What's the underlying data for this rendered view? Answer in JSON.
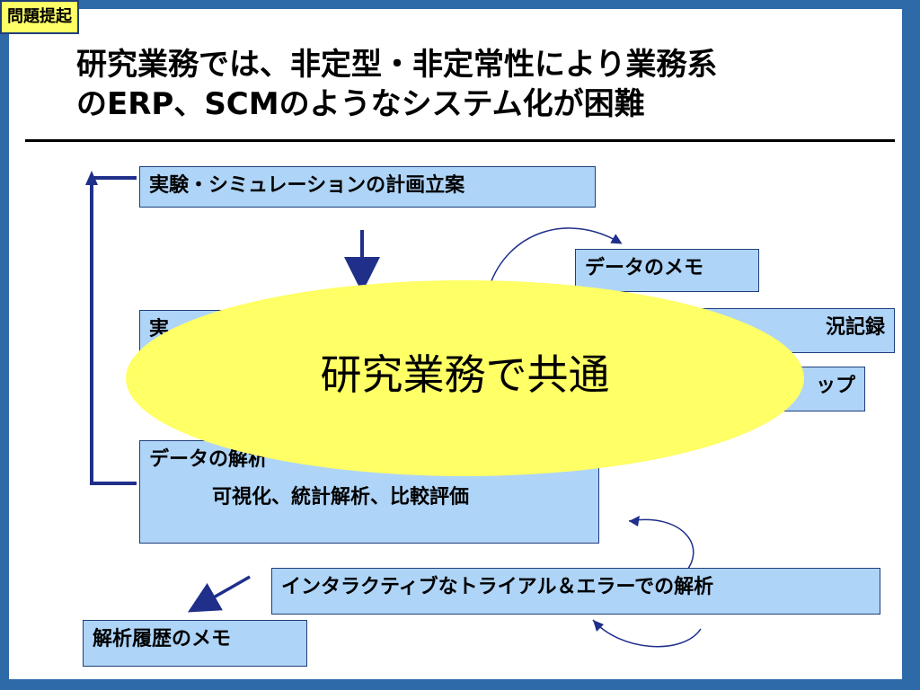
{
  "tag": "問題提起",
  "title": {
    "line1": "研究業務では、非定型・非定常性により業務系",
    "line2": "のERP、SCMのようなシステム化が困難"
  },
  "boxes": {
    "plan": "実験・シミュレーションの計画立案",
    "data_memo": "データのメモ",
    "hidden1_left": "実",
    "hidden1_right": "況記録",
    "hidden2_right": "ップ",
    "analysis": "データの解析",
    "analysis_sub": "可視化、統計解析、比較評価",
    "trial": "インタラクティブなトライアル＆エラーでの解析",
    "history": "解析履歴のメモ"
  },
  "center_label": "研究業務で共通",
  "colors": {
    "background": "#2e69a8",
    "box_fill": "#aed4f7",
    "highlight": "#ffff66",
    "arrow": "#1f2f8a"
  }
}
